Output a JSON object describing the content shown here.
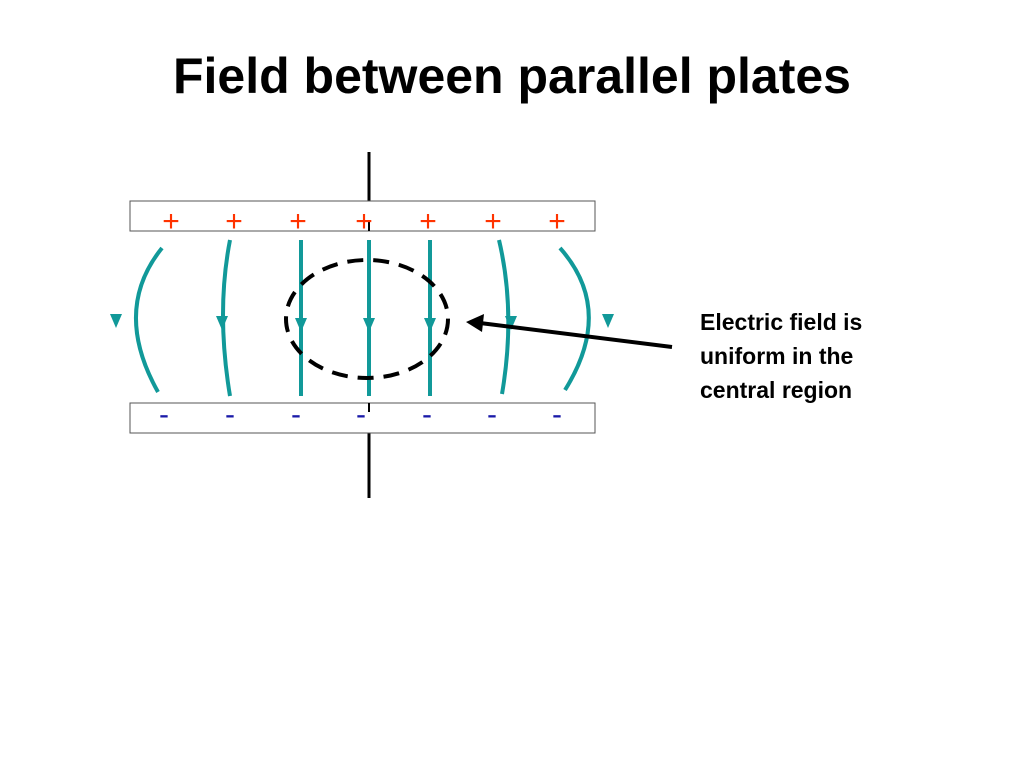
{
  "title": "Field between parallel plates",
  "colors": {
    "positive_charge": "#ff3300",
    "negative_charge": "#1a1aa8",
    "field_line": "#119999",
    "plate_border": "#555555",
    "outline": "#000000"
  },
  "top_plate": {
    "charges": [
      "+",
      "+",
      "+",
      "+",
      "+",
      "+",
      "+"
    ]
  },
  "bottom_plate": {
    "charges": [
      "-",
      "-",
      "-",
      "-",
      "-",
      "-",
      "-"
    ]
  },
  "field_lines": {
    "count": 7,
    "direction": "downward",
    "central_straight_lines": 3
  },
  "callout": {
    "lines": [
      "Electric field is",
      "uniform in the",
      "central region"
    ]
  }
}
